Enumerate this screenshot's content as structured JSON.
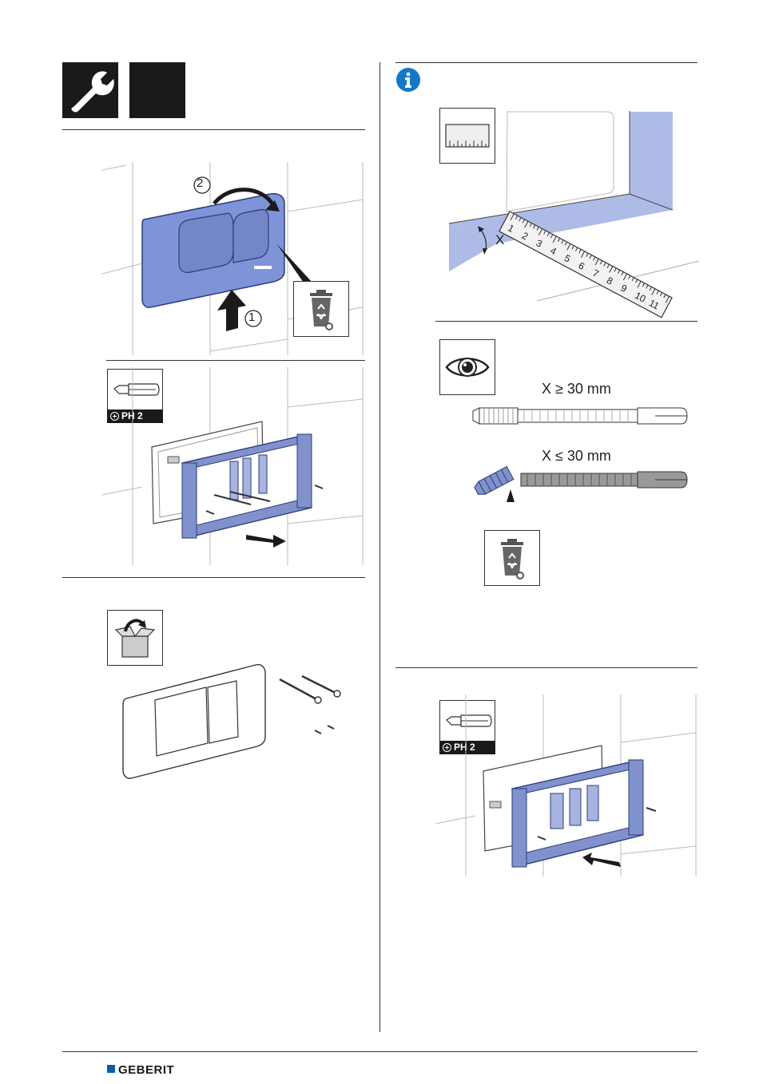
{
  "left_column": {
    "step1": {
      "callout_1": "1",
      "callout_2": "2"
    },
    "tool_tag": "PH 2"
  },
  "right_column": {
    "x_label": "X",
    "ruler_numbers": [
      "1",
      "2",
      "3",
      "4",
      "5",
      "6",
      "7",
      "8",
      "9",
      "10",
      "11"
    ],
    "condition_ge": "X ≥ 30 mm",
    "condition_le": "X ≤ 30 mm",
    "tool_tag": "PH 2"
  },
  "footer": {
    "brand": "GEBERIT"
  },
  "colors": {
    "accent_blue": "#7f94d8",
    "brand_blue": "#0a5ea8",
    "info_blue": "#1478c8"
  },
  "icons": [
    "wrench-icon",
    "blank-tile-icon",
    "info-icon",
    "ruler-icon",
    "eye-icon",
    "recycle-bin-icon",
    "screwdriver-icon",
    "unpack-box-icon"
  ]
}
